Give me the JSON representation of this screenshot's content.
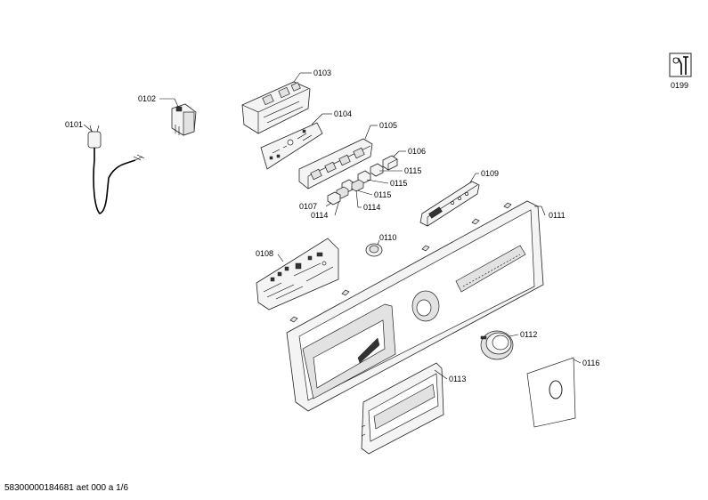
{
  "labels": {
    "p0101": "0101",
    "p0102": "0102",
    "p0103": "0103",
    "p0104": "0104",
    "p0105": "0105",
    "p0106": "0106",
    "p0107": "0107",
    "p0108": "0108",
    "p0109": "0109",
    "p0110": "0110",
    "p0111": "0111",
    "p0112": "0112",
    "p0113": "0113",
    "p0114a": "0114",
    "p0114b": "0114",
    "p0115a": "0115",
    "p0115b": "0115",
    "p0115c": "0115",
    "p0116": "0116",
    "p0199": "0199"
  },
  "footer": "58300000184681 aet 000 a 1/6",
  "icons": {
    "service": "wrench-screwdriver-icon"
  }
}
